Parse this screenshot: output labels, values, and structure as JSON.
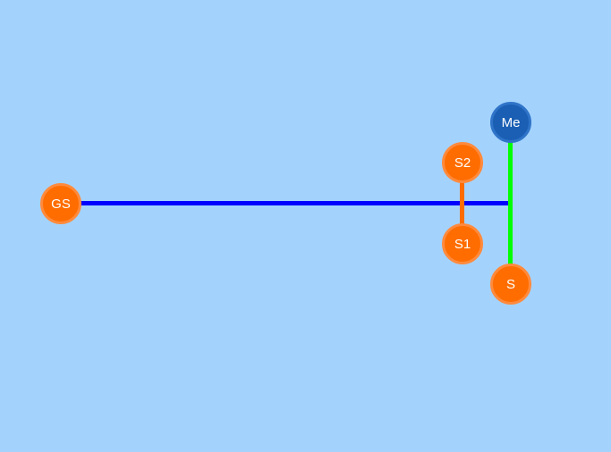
{
  "colors": {
    "background": "#a3d3fd",
    "orange_node": "#ff6d00",
    "orange_node_border": "#ff8a3d",
    "blue_node": "#1a5fb4",
    "blue_node_border": "#2f74c8",
    "edge_blue": "#0000ff",
    "edge_green": "#00ff00",
    "edge_orange": "#ff6d00"
  },
  "nodes": {
    "me": {
      "label": "Me"
    },
    "s2": {
      "label": "S2"
    },
    "gs": {
      "label": "GS"
    },
    "s1": {
      "label": "S1"
    },
    "s": {
      "label": "S"
    }
  }
}
